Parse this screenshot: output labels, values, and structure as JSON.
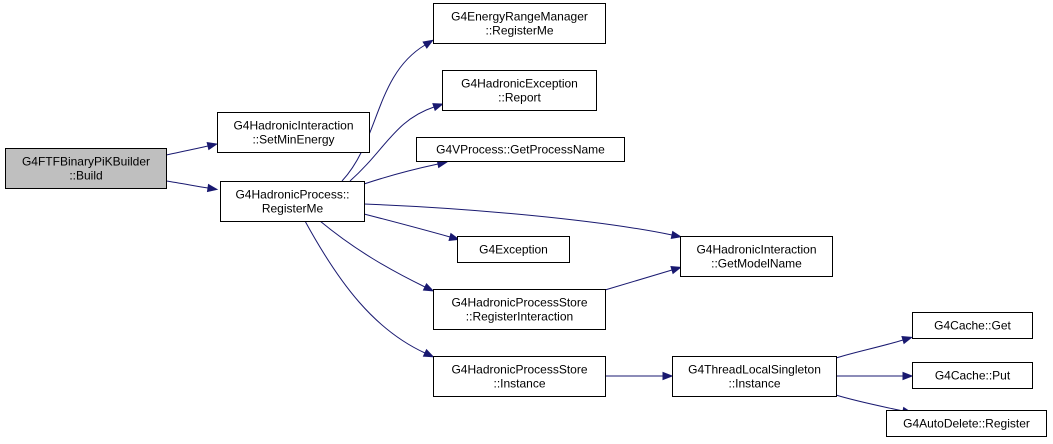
{
  "nodes": [
    {
      "id": "builder",
      "lines": [
        "G4FTFBinaryPiKBuilder",
        "::Build"
      ],
      "root": true
    },
    {
      "id": "setmin",
      "lines": [
        "G4HadronicInteraction",
        "::SetMinEnergy"
      ]
    },
    {
      "id": "hproc",
      "lines": [
        "G4HadronicProcess::",
        "RegisterMe"
      ]
    },
    {
      "id": "erm",
      "lines": [
        "G4EnergyRangeManager",
        "::RegisterMe"
      ]
    },
    {
      "id": "hexc",
      "lines": [
        "G4HadronicException",
        "::Report"
      ]
    },
    {
      "id": "vproc",
      "lines": [
        "G4VProcess::GetProcessName"
      ]
    },
    {
      "id": "g4exc",
      "lines": [
        "G4Exception"
      ]
    },
    {
      "id": "getmodel",
      "lines": [
        "G4HadronicInteraction",
        "::GetModelName"
      ]
    },
    {
      "id": "hpsreg",
      "lines": [
        "G4HadronicProcessStore",
        "::RegisterInteraction"
      ]
    },
    {
      "id": "hpsinst",
      "lines": [
        "G4HadronicProcessStore",
        "::Instance"
      ]
    },
    {
      "id": "tls",
      "lines": [
        "G4ThreadLocalSingleton",
        "::Instance"
      ]
    },
    {
      "id": "cacheget",
      "lines": [
        "G4Cache::Get"
      ]
    },
    {
      "id": "cacheput",
      "lines": [
        "G4Cache::Put"
      ]
    },
    {
      "id": "autodel",
      "lines": [
        "G4AutoDelete::Register"
      ]
    }
  ],
  "edges": [
    {
      "from": "builder",
      "to": "setmin"
    },
    {
      "from": "builder",
      "to": "hproc"
    },
    {
      "from": "hproc",
      "to": "erm"
    },
    {
      "from": "hproc",
      "to": "hexc"
    },
    {
      "from": "hproc",
      "to": "vproc"
    },
    {
      "from": "hproc",
      "to": "g4exc"
    },
    {
      "from": "hproc",
      "to": "getmodel"
    },
    {
      "from": "hproc",
      "to": "hpsreg"
    },
    {
      "from": "hproc",
      "to": "hpsinst"
    },
    {
      "from": "hpsreg",
      "to": "getmodel"
    },
    {
      "from": "hpsinst",
      "to": "tls"
    },
    {
      "from": "tls",
      "to": "cacheget"
    },
    {
      "from": "tls",
      "to": "cacheput"
    },
    {
      "from": "tls",
      "to": "autodel"
    }
  ],
  "colors": {
    "edge": "#191970",
    "root_fill": "#bfbfbf",
    "node_fill": "#ffffff"
  }
}
